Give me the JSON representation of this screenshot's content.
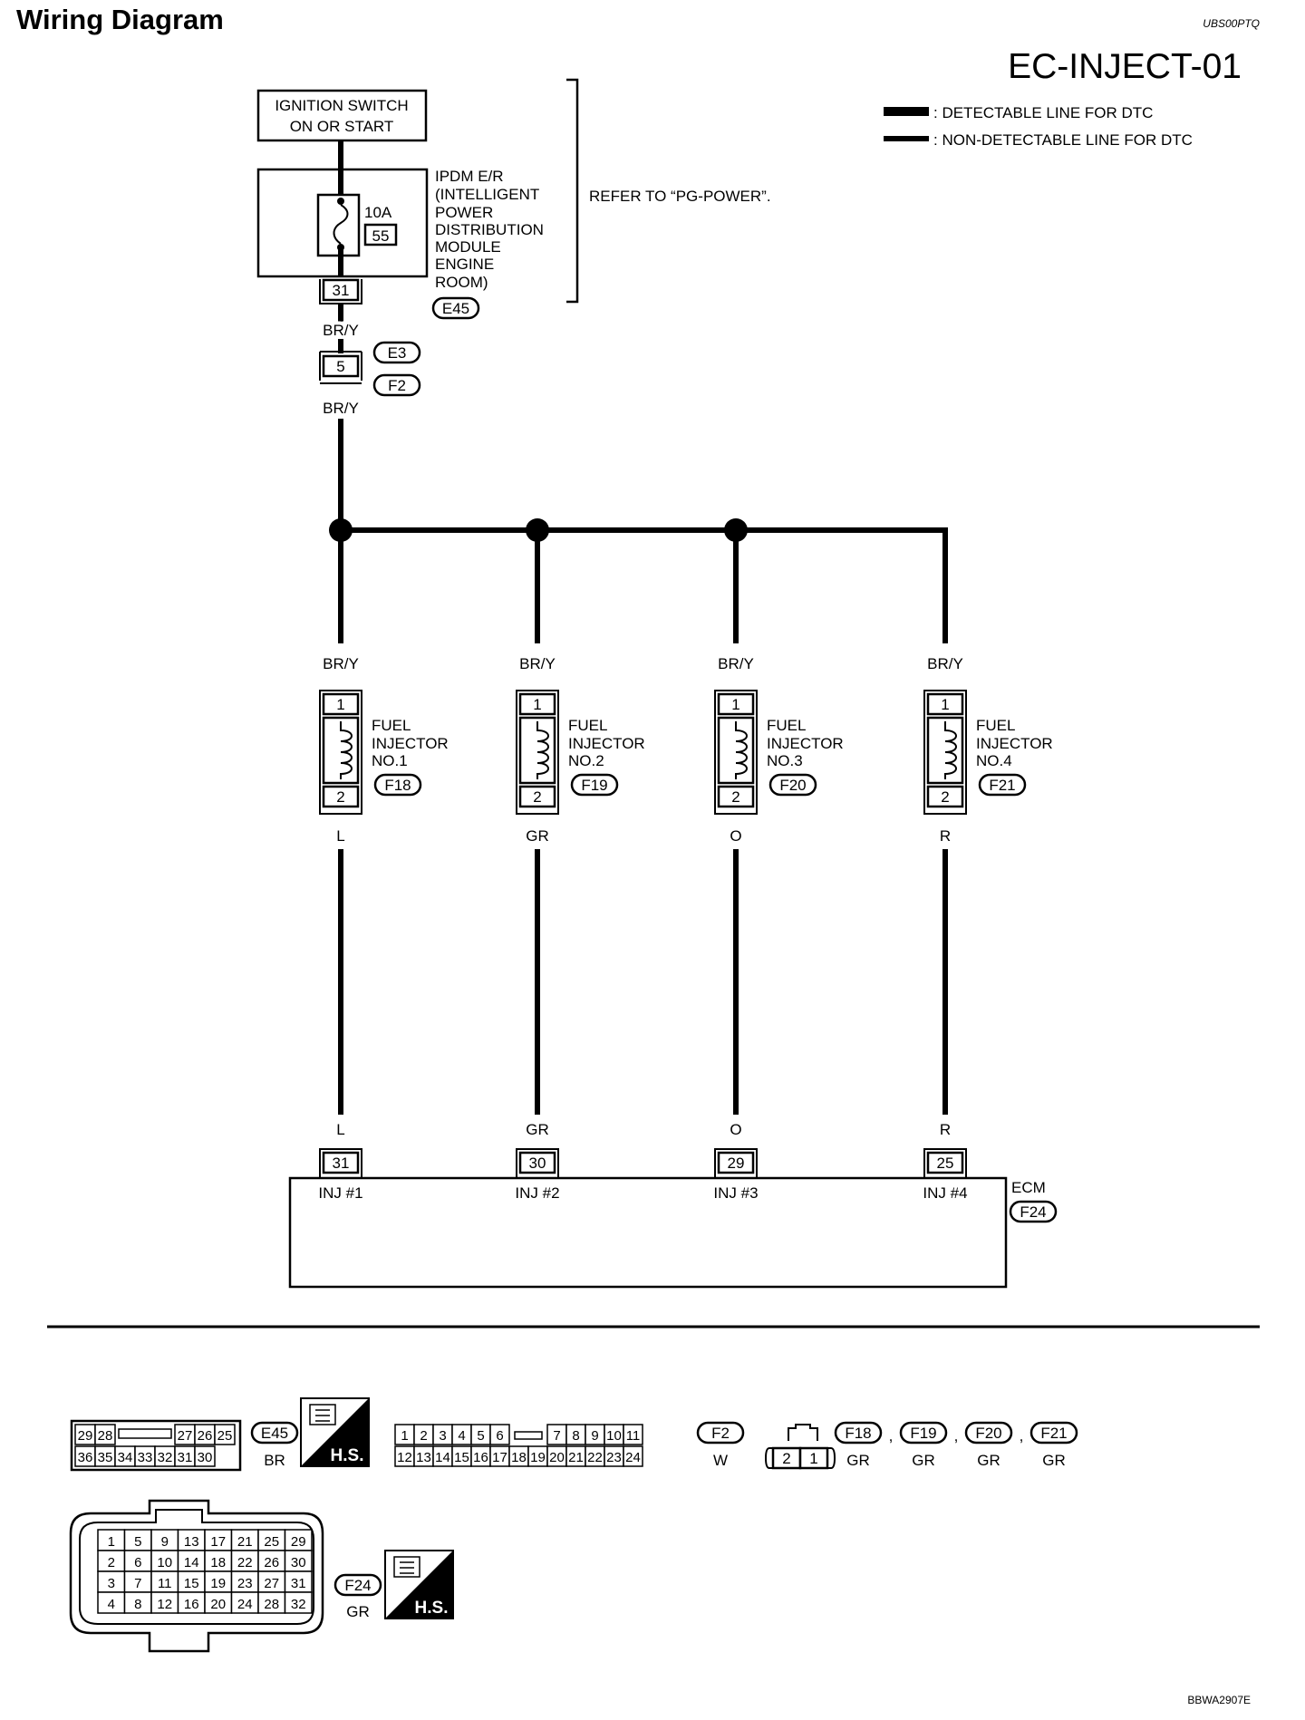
{
  "page": {
    "title": "Wiring Diagram",
    "code": "UBS00PTQ",
    "diagram_id": "EC-INJECT-01",
    "figure_id": "BBWA2907E"
  },
  "legend": {
    "detectable": ": DETECTABLE LINE FOR DTC",
    "non_detectable": ": NON-DETECTABLE LINE FOR DTC"
  },
  "ignition": {
    "line1": "IGNITION SWITCH",
    "line2": "ON OR START"
  },
  "ipdm": {
    "lines": [
      "IPDM E/R",
      "(INTELLIGENT",
      "POWER",
      "DISTRIBUTION",
      "MODULE",
      "ENGINE",
      "ROOM)"
    ],
    "fuse_rating": "10A",
    "fuse_number": "55",
    "pin": "31",
    "connector": "E45"
  },
  "refer": "REFER TO “PG-POWER”.",
  "joint": {
    "wire_above": "BR/Y",
    "pin": "5",
    "connector_top": "E3",
    "connector_bottom": "F2",
    "wire_below": "BR/Y"
  },
  "injectors": [
    {
      "wire_in": "BR/Y",
      "pin_top": "1",
      "pin_bottom": "2",
      "l1": "FUEL",
      "l2": "INJECTOR",
      "l3": "NO.1",
      "connector": "F18",
      "wire_out": "L",
      "ecm_wire": "L",
      "ecm_pin": "31",
      "ecm_label": "INJ #1"
    },
    {
      "wire_in": "BR/Y",
      "pin_top": "1",
      "pin_bottom": "2",
      "l1": "FUEL",
      "l2": "INJECTOR",
      "l3": "NO.2",
      "connector": "F19",
      "wire_out": "GR",
      "ecm_wire": "GR",
      "ecm_pin": "30",
      "ecm_label": "INJ #2"
    },
    {
      "wire_in": "BR/Y",
      "pin_top": "1",
      "pin_bottom": "2",
      "l1": "FUEL",
      "l2": "INJECTOR",
      "l3": "NO.3",
      "connector": "F20",
      "wire_out": "O",
      "ecm_wire": "O",
      "ecm_pin": "29",
      "ecm_label": "INJ #3"
    },
    {
      "wire_in": "BR/Y",
      "pin_top": "1",
      "pin_bottom": "2",
      "l1": "FUEL",
      "l2": "INJECTOR",
      "l3": "NO.4",
      "connector": "F21",
      "wire_out": "R",
      "ecm_wire": "R",
      "ecm_pin": "25",
      "ecm_label": "INJ #4"
    }
  ],
  "ecm": {
    "label": "ECM",
    "connector": "F24"
  },
  "connector_views": {
    "e45": {
      "id": "E45",
      "color": "BR",
      "badge": "H.S.",
      "row1": [
        "29",
        "28",
        "",
        "27",
        "26",
        "25"
      ],
      "row2": [
        "36",
        "35",
        "34",
        "33",
        "32",
        "31",
        "30"
      ]
    },
    "f2": {
      "id": "F2",
      "color": "W",
      "row1": [
        "1",
        "2",
        "3",
        "4",
        "5",
        "6",
        "",
        "7",
        "8",
        "9",
        "10",
        "11"
      ],
      "row2": [
        "12",
        "13",
        "14",
        "15",
        "16",
        "17",
        "18",
        "19",
        "20",
        "21",
        "22",
        "23",
        "24"
      ]
    },
    "injector_conn": {
      "pins": [
        "2",
        "1"
      ],
      "items": [
        {
          "id": "F18",
          "color": "GR"
        },
        {
          "id": "F19",
          "color": "GR"
        },
        {
          "id": "F20",
          "color": "GR"
        },
        {
          "id": "F21",
          "color": "GR"
        }
      ],
      "separator": ","
    },
    "f24": {
      "id": "F24",
      "color": "GR",
      "badge": "H.S.",
      "rows": [
        [
          "1",
          "5",
          "9",
          "13",
          "17",
          "21",
          "25",
          "29"
        ],
        [
          "2",
          "6",
          "10",
          "14",
          "18",
          "22",
          "26",
          "30"
        ],
        [
          "3",
          "7",
          "11",
          "15",
          "19",
          "23",
          "27",
          "31"
        ],
        [
          "4",
          "8",
          "12",
          "16",
          "20",
          "24",
          "28",
          "32"
        ]
      ]
    }
  }
}
